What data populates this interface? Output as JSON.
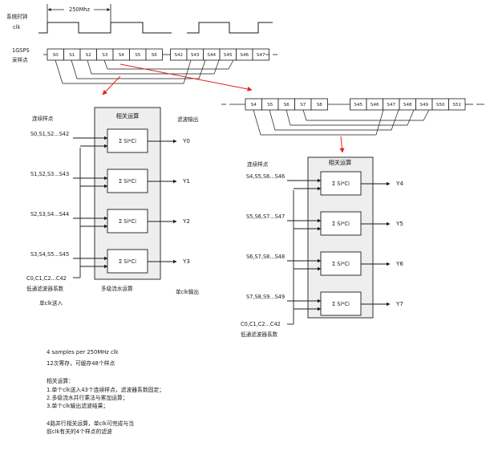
{
  "clock": {
    "label_1": "系统时钟",
    "label_2": "clk",
    "period_label": "250Mhz"
  },
  "adc": {
    "label_1": "1GSPS",
    "label_2": "采样点"
  },
  "buffer_top": [
    "S0",
    "S1",
    "S2",
    "S3",
    "S4",
    "S5",
    "S6",
    "S42",
    "S43",
    "S44",
    "S45",
    "S46",
    "S47"
  ],
  "buffer_right": [
    "S4",
    "S5",
    "S6",
    "S7",
    "S8",
    "S45",
    "S46",
    "S47",
    "S48",
    "S49",
    "S50",
    "S51"
  ],
  "left_block": {
    "title": "相关运算",
    "output_title": "滤波输出",
    "input_title": "连续样点",
    "inputs": [
      "S0,S1,S2...S42",
      "S1,S2,S3...S43",
      "S2,S3,S4...S44",
      "S3,S4,S5...S45"
    ],
    "function": "Σ Si*Ci",
    "outputs": [
      "Y0",
      "Y1",
      "Y2",
      "Y3"
    ],
    "coeff_label": "C0,C1,C2...C42",
    "coeff_desc": "低通滤波器系数",
    "clk_in": "单clk送入",
    "pipeline": "多级流水运算",
    "clk_out": "单clk输出"
  },
  "right_block": {
    "title": "相关运算",
    "input_title": "连续样点",
    "inputs": [
      "S4,S5,S6...S46",
      "S5,S6,S7...S47",
      "S6,S7,S8...S48",
      "S7,S8,S9...S49"
    ],
    "function": "Σ Si*Ci",
    "outputs": [
      "Y4",
      "Y5",
      "Y6",
      "Y7"
    ],
    "coeff_label": "C0,C1,C2...C42",
    "coeff_desc": "低通滤波器系数"
  },
  "notes": {
    "l1": "4 samples per 250MHz clk",
    "l2": "12次寄存，可缓存48个样点",
    "l3": "相关运算：",
    "l4": "1.单个clk送入43个连续样点，滤波器系数固定；",
    "l5": "2.多级流水并行乘法与累加运算；",
    "l6": "3.单个clk输出滤波结果；",
    "l7": "4路并行相关运算，单clk可完成与当",
    "l8": "前clk有关的4个样点的滤波"
  },
  "colors": {
    "line": "#1a1a1a",
    "arrow_red": "#e8201c",
    "block_fill": "#eeeeee",
    "box_fill": "#ffffff"
  }
}
